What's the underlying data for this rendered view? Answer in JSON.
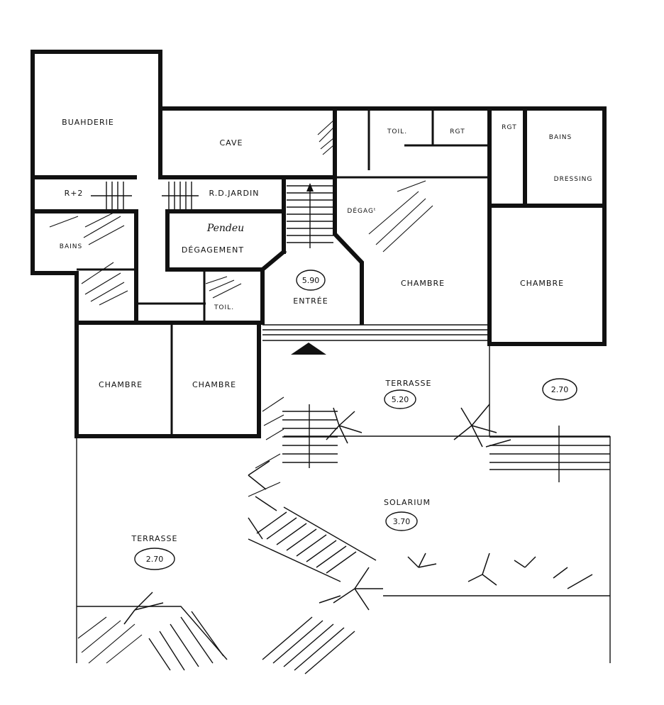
{
  "plan": {
    "rooms": {
      "buanderie": "BUAHDERIE",
      "cave": "CAVE",
      "toil_top": "TOIL.",
      "rgt_top": "RGT",
      "rgt_small": "RGT",
      "bains_right": "BAINS",
      "dressing": "DRESSING",
      "r2": "R+2",
      "rd_jardin": "R.D.JARDIN",
      "penderie": "Pendeu",
      "degagement": "DÉGAGEMENT",
      "bains_left": "BAINS",
      "degagt": "DÉGAGᵗ",
      "entree": "ENTRÉE",
      "chambre_center": "CHAMBRE",
      "chambre_right": "CHAMBRE",
      "toil_mid": "TOIL.",
      "chambre_left1": "CHAMBRE",
      "chambre_left2": "CHAMBRE",
      "terrasse_main": "TERRASSE",
      "solarium": "SOLARIUM",
      "terrasse_low": "TERRASSE"
    },
    "levels": {
      "entree": "5.90",
      "terrasse_main": "5.20",
      "terrasse_right": "2.70",
      "solarium": "3.70",
      "terrasse_low": "2.70"
    }
  }
}
